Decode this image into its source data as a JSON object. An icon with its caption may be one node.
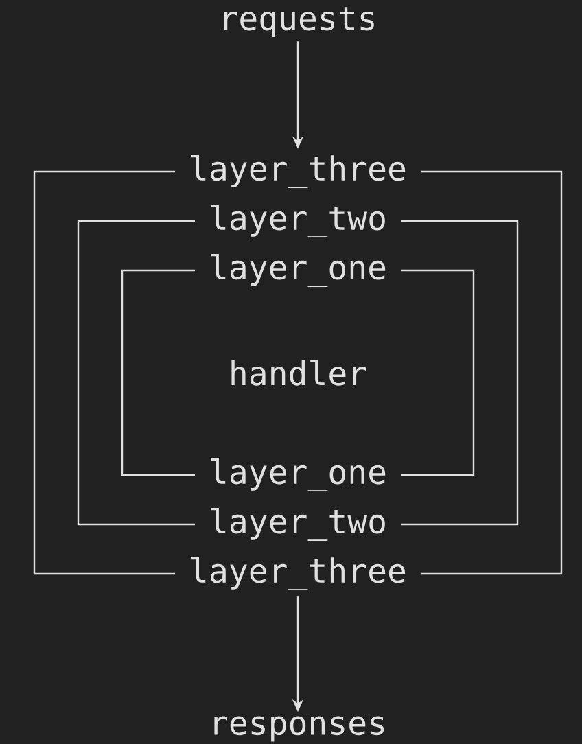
{
  "diagram": {
    "nodes": [
      {
        "text": [
          "requests"
        ]
      },
      {
        "text": [
          "layer_three",
          "layer_three"
        ]
      },
      {
        "text": [
          "layer_two",
          "layer_two"
        ],
        "in": 1
      },
      {
        "text": [
          "layer_one",
          "handler",
          "layer_one"
        ],
        "in": 2
      },
      {
        "text": [
          "responses"
        ]
      }
    ],
    "edges": [
      {
        "from": 0,
        "to": 1,
        "arrow": "to"
      },
      {
        "from": 1,
        "to": 4,
        "arrow": "to"
      }
    ]
  }
}
